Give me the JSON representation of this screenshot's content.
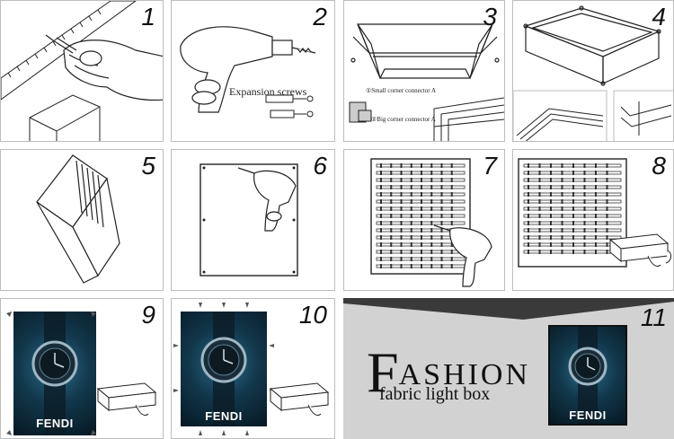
{
  "steps": [
    {
      "number": "1"
    },
    {
      "number": "2",
      "caption": "Expansion screws"
    },
    {
      "number": "3",
      "notes": [
        "①Small corner connector A",
        "②Big corner connector A"
      ]
    },
    {
      "number": "4"
    },
    {
      "number": "5"
    },
    {
      "number": "6"
    },
    {
      "number": "7"
    },
    {
      "number": "8"
    },
    {
      "number": "9",
      "brand": "FENDI"
    },
    {
      "number": "10",
      "brand": "FENDI"
    },
    {
      "number": "11",
      "brand": "FENDI"
    }
  ],
  "final": {
    "title_initial": "F",
    "title_rest": "ASHION",
    "subtitle": "fabric light box"
  },
  "colors": {
    "panel_border": "#bdbdbd",
    "final_background": "#d2d2d2",
    "poster_blue": "#1f5f7d"
  }
}
